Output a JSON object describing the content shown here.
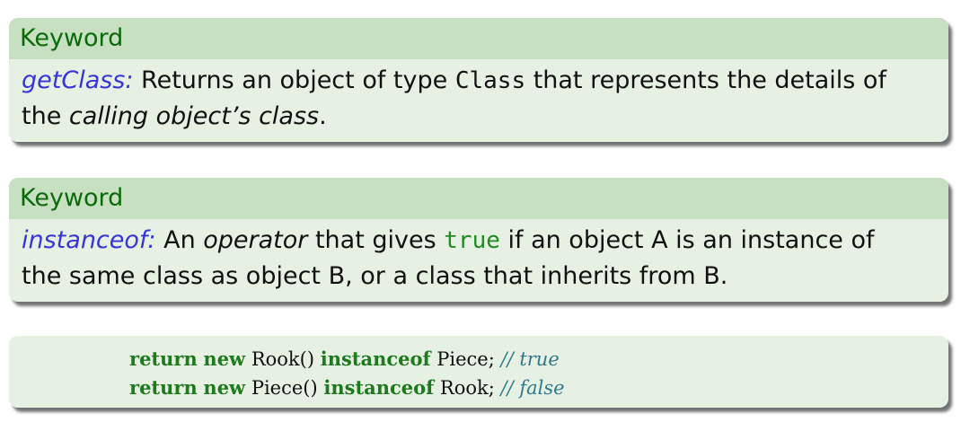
{
  "block1": {
    "title": "Keyword",
    "term": "getClass:",
    "text_a": " Returns an object of type ",
    "code_class": "Class",
    "text_b": " that represents the details of",
    "text_c": "the ",
    "italic_phrase": "calling object’s class",
    "text_d": "."
  },
  "block2": {
    "title": "Keyword",
    "term": "instanceof:",
    "text_a": " An ",
    "italic_operator": "operator",
    "text_b": " that gives ",
    "code_true": "true",
    "text_c": " if an object A is an instance of",
    "line2": "the same class as object B, or a class that inherits from B."
  },
  "code": {
    "line1": {
      "kw_return": "return",
      "kw_new": "new",
      "ctor": "Rook()",
      "kw_instanceof": "instanceof",
      "type": "Piece;",
      "comment": "// true"
    },
    "line2": {
      "kw_return": "return",
      "kw_new": "new",
      "ctor": "Piece()",
      "kw_instanceof": "instanceof",
      "type": "Rook;",
      "comment": "// false"
    }
  }
}
